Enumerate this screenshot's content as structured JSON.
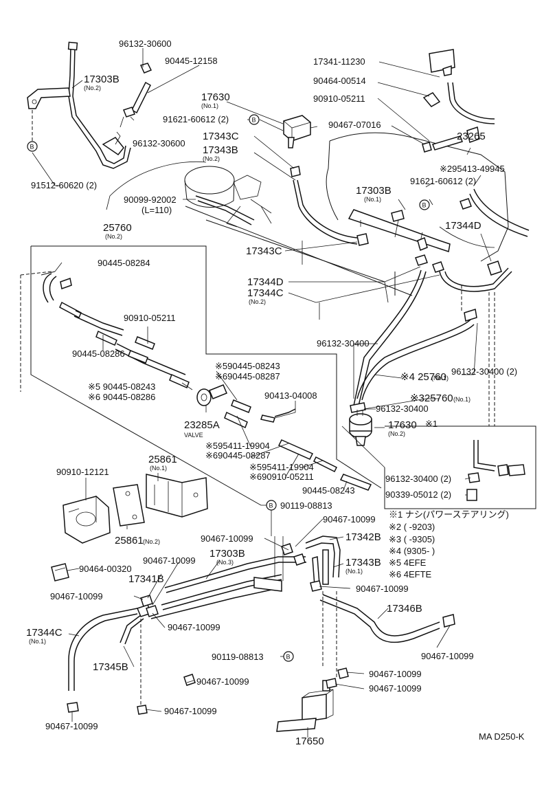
{
  "diagram": {
    "labels": {
      "p96132_30600_top": "96132-30600",
      "p90445_12158": "90445-12158",
      "p17303B_top": "17303B",
      "p17303B_top_sub": "(No.2)",
      "p17630_top": "17630",
      "p17630_top_sub": "(No.1)",
      "p91621_60612_a": "91621-60612 (2)",
      "p96132_30600_b": "96132-30600",
      "p91512_60620": "91512-60620 (2)",
      "p17341_11230": "17341-11230",
      "p90464_00514": "90464-00514",
      "p90910_05211_top": "90910-05211",
      "p90467_07016": "90467-07016",
      "p23265": "23265",
      "p295413_49945": "※295413-49945",
      "p91621_60612_b": "91621-60612 (2)",
      "p17343C_top": "17343C",
      "p17343B_top": "17343B",
      "p17343B_top_sub": "(No.2)",
      "p90099_92002": "90099-92002",
      "p90099_92002_sub": "(L=110)",
      "p17303B_mid": "17303B",
      "p17303B_mid_sub": "(No.1)",
      "p17344D_right": "17344D",
      "p25760_top": "25760",
      "p25760_top_sub": "(No.2)",
      "p17343C_mid": "17343C",
      "p90445_08284": "90445-08284",
      "p17344D_mid": "17344D",
      "p17344C_mid": "17344C",
      "p17344C_mid_sub": "(No.2)",
      "p90910_05211_mid": "90910-05211",
      "p96132_30400_mid": "96132-30400",
      "p90445_08286": "90445-08286",
      "p5_90445_08243": "※590445-08243",
      "p6_90445_08287": "※690445-08287",
      "p5_90445_08243_b": "※5 90445-08243",
      "p6_90445_08286": "※6 90445-08286",
      "p25760_no1": "※4 25760",
      "p25760_no1_sub": "(No.1)",
      "p96132_30400_2": "96132-30400 (2)",
      "p90413_04008": "90413-04008",
      "p325760": "※325760",
      "p325760_sub": "(No.1)",
      "p96132_30400_low": "96132-30400",
      "p23285A": "23285A",
      "p23285A_sub": "VALVE",
      "p17630_no2": "17630",
      "p17630_no2_sub": "(No.2)",
      "p5_95411_19904_a": "※595411-19904",
      "p6_90445_08287_b": "※690445-08287",
      "p5_95411_19904_b": "※595411-19904",
      "p6_90910_05211": "※690910-05211",
      "p90445_08243": "90445-08243",
      "p25861_no1": "25861",
      "p25861_no1_sub": "(No.1)",
      "p90910_12121": "90910-12121",
      "p25861_no2": "25861",
      "p25861_no2_sub": "(No.2)",
      "p96132_30400_inset": "96132-30400 (2)",
      "p90339_05012": "90339-05012 (2)",
      "p90119_08813_a": "90119-08813",
      "p90467_10099_a": "90467-10099",
      "p17342B": "17342B",
      "p90467_10099_b": "90467-10099",
      "p17303B_no3": "17303B",
      "p17303B_no3_sub": "(No.3)",
      "p17343B_no1": "17343B",
      "p17343B_no1_sub": "(No.1)",
      "p90464_00320": "90464-00320",
      "p90467_10099_c": "90467-10099",
      "p17341B": "17341B",
      "p90467_10099_d": "90467-10099",
      "p90467_10099_e": "90467-10099",
      "p90467_10099_f": "90467-10099",
      "p17346B": "17346B",
      "p17344C_no1": "17344C",
      "p17344C_no1_sub": "(No.1)",
      "p90467_10099_g": "90467-10099",
      "p17345B": "17345B",
      "p90119_08813_b": "90119-08813",
      "p90467_10099_h": "90467-10099",
      "p90467_10099_i": "90467-10099",
      "p90467_10099_j": "90467-10099",
      "p90467_10099_k": "90467-10099",
      "p17650": "17650",
      "p90467_10099_l": "90467-10099",
      "inset_mark": "※1",
      "ref_B": "B",
      "code": "MA D250-K"
    },
    "notes": [
      "※1 ナシ(パワーステアリング)",
      "※2 (        -9203)",
      "※3 (        -9305)",
      "※4 (9305-        )",
      "※5 4EFE",
      "※6 4EFTE"
    ]
  }
}
